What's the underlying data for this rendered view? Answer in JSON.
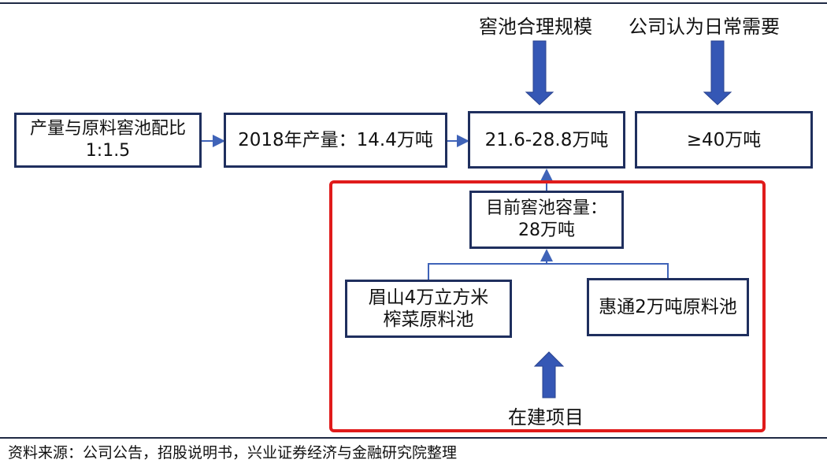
{
  "boxes": {
    "ratio": {
      "line1": "产量与原料窖池配比",
      "line2": "1:1.5"
    },
    "output2018": {
      "text": "2018年产量：14.4万吨"
    },
    "reasonable": {
      "text": "21.6-28.8万吨"
    },
    "daily": {
      "text": "≥40万吨"
    },
    "current": {
      "line1": "目前窖池容量：",
      "line2": "28万吨"
    },
    "meishan": {
      "line1": "眉山4万立方米",
      "line2": "榨菜原料池"
    },
    "huitong": {
      "text": "惠通2万吨原料池"
    }
  },
  "labels": {
    "reasonable_scale": "窖池合理规模",
    "company_need": "公司认为日常需要",
    "under_construction": "在建项目"
  },
  "footer": {
    "source": "资料来源：公司公告，招股说明书，兴业证券经济与金融研究院整理"
  },
  "colors": {
    "box_border": "#1f2f5e",
    "arrow_blue": "#3557b5",
    "thin_line": "#3f63b8",
    "highlight_red": "#e01b1b"
  }
}
